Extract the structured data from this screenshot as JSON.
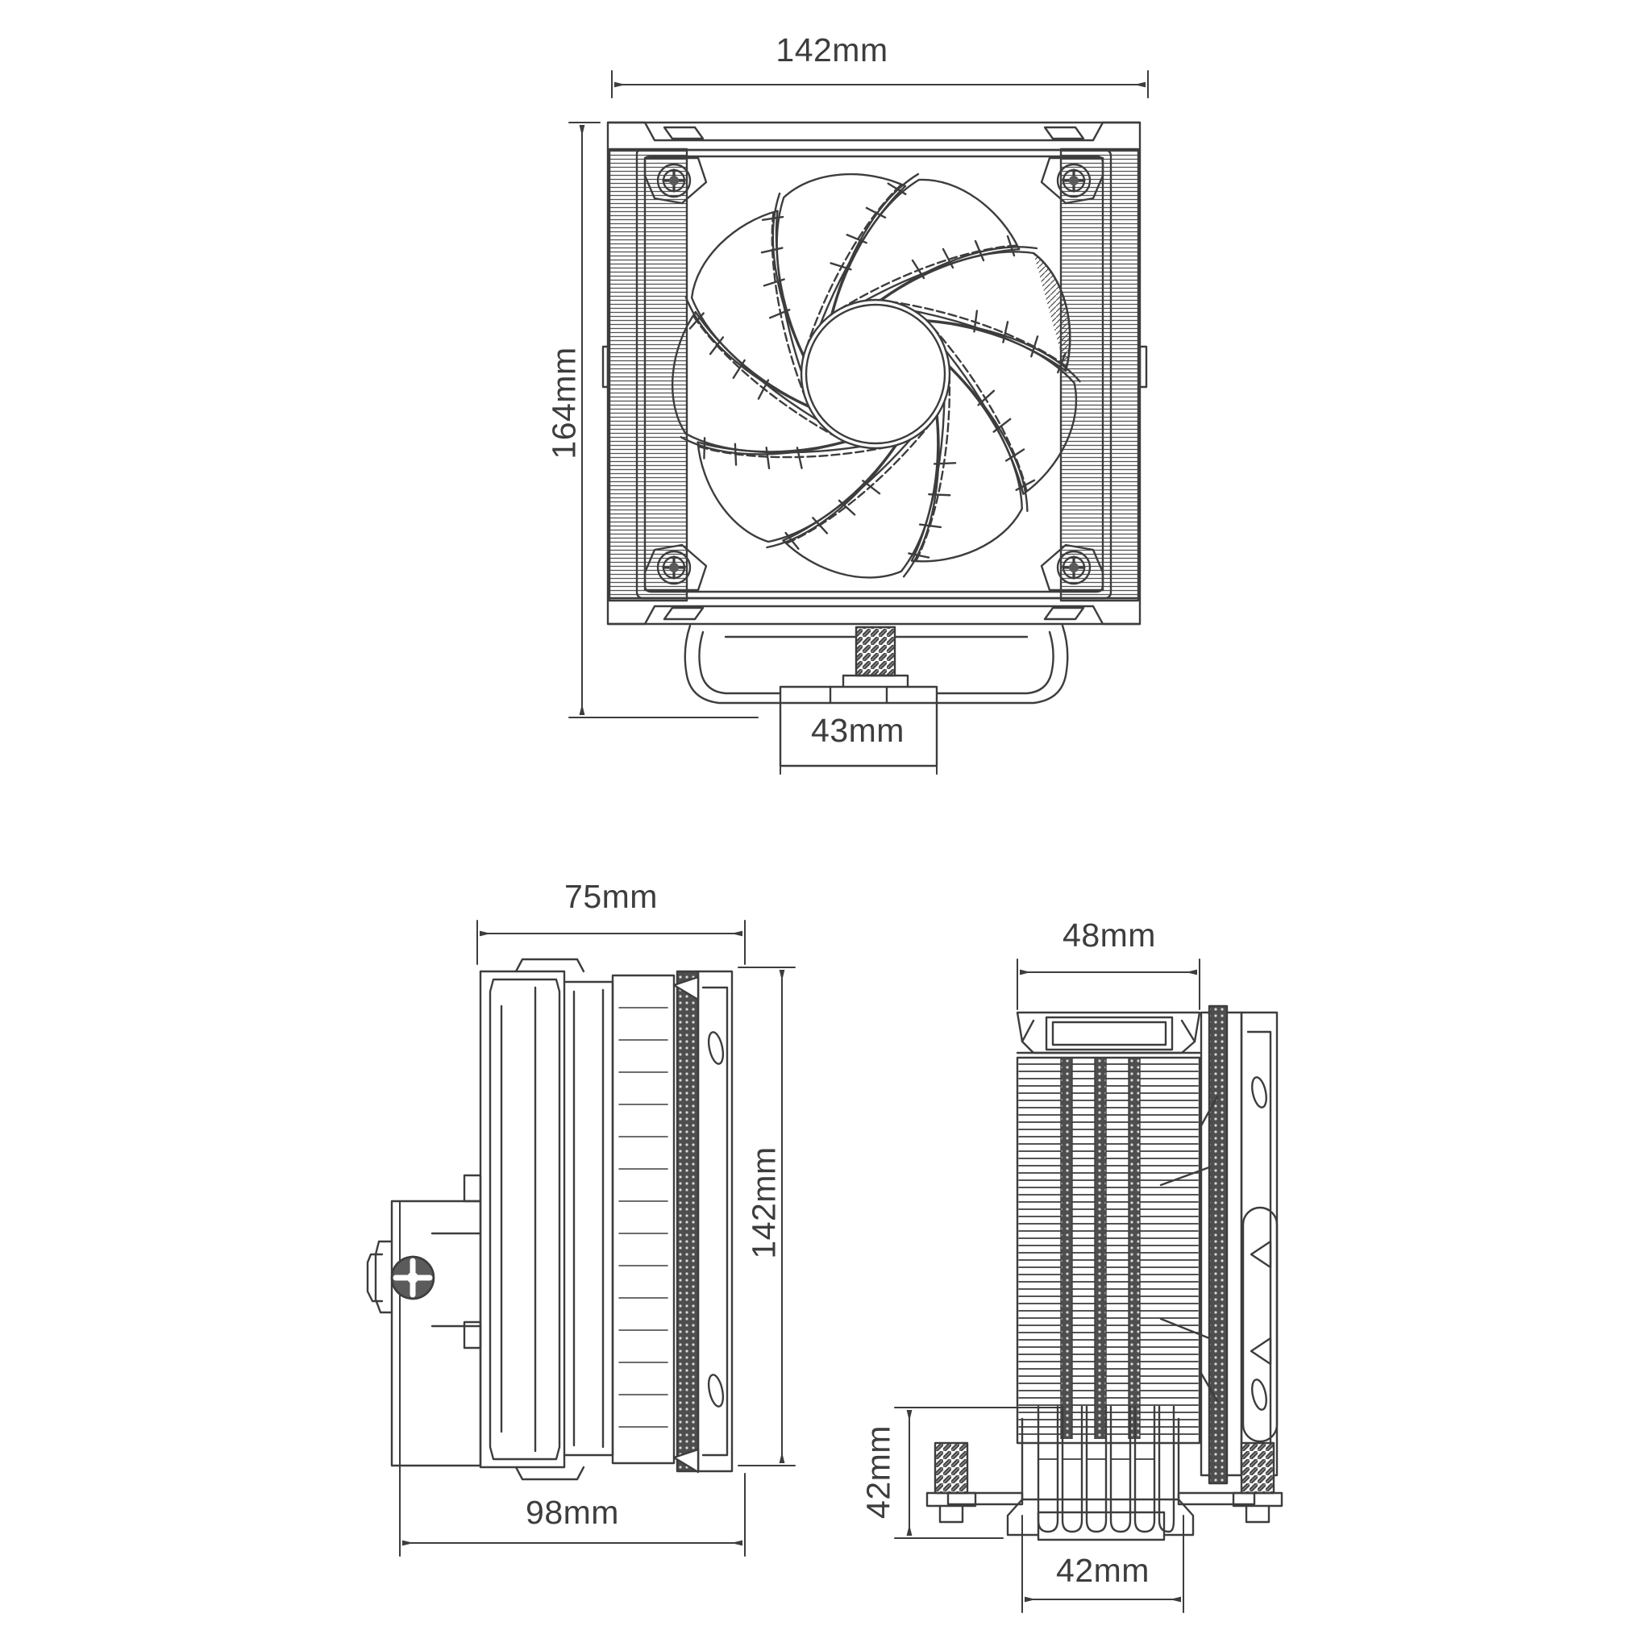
{
  "document": {
    "type": "technical-dimensional-drawing",
    "subject": "CPU air cooler (tower heatsink with 140mm fan)",
    "background_color": "#ffffff",
    "line_color": "#3d3d3d",
    "text_color": "#3d3d3d",
    "views": [
      {
        "id": "front-view",
        "name": "Front view (fan side)",
        "position": "top-center"
      },
      {
        "id": "side-view",
        "name": "Side view (left)",
        "position": "bottom-left"
      },
      {
        "id": "rear-view",
        "name": "Rear view (heatsink fins)",
        "position": "bottom-right"
      }
    ]
  },
  "front_view": {
    "name": "front-view",
    "dimensions": {
      "width": {
        "value": "142mm",
        "orientation": "horizontal",
        "position": "top"
      },
      "height": {
        "value": "164mm",
        "orientation": "vertical",
        "position": "left"
      },
      "base_width": {
        "value": "43mm",
        "orientation": "horizontal",
        "position": "bottom"
      }
    },
    "features": {
      "fan_blade_count": 9,
      "corner_screws": 4,
      "hub": "center-hub-circle",
      "fin_stack": "hatched heatsink fins visible behind fan",
      "mounting_bar": "center mounting bracket with spring screw"
    }
  },
  "side_view": {
    "name": "side-view",
    "dimensions": {
      "depth_top": {
        "value": "75mm",
        "orientation": "horizontal",
        "position": "top"
      },
      "height": {
        "value": "142mm",
        "orientation": "vertical",
        "position": "right"
      },
      "depth_bottom": {
        "value": "98mm",
        "orientation": "horizontal",
        "position": "bottom"
      }
    },
    "features": {
      "bracket_screw": "phillips-head screw on left mounting tab",
      "fan_frame": "fan frame profile",
      "fin_edge": "heatsink fin stack edge"
    }
  },
  "rear_view": {
    "name": "rear-view",
    "dimensions": {
      "top_width": {
        "value": "48mm",
        "orientation": "horizontal",
        "position": "top"
      },
      "base_height": {
        "value": "42mm",
        "orientation": "vertical",
        "position": "left"
      },
      "base_width": {
        "value": "42mm",
        "orientation": "horizontal",
        "position": "bottom"
      }
    },
    "features": {
      "fin_count_approx": 52,
      "heat_pipe_count": 6,
      "spring_screws": 2,
      "arrow_markers": 2,
      "top_cap": "top cover plate"
    }
  },
  "labels": {
    "front_width": "142mm",
    "front_height": "164mm",
    "front_base": "43mm",
    "side_top": "75mm",
    "side_height": "142mm",
    "side_bottom": "98mm",
    "rear_top": "48mm",
    "rear_left": "42mm",
    "rear_bottom": "42mm"
  }
}
